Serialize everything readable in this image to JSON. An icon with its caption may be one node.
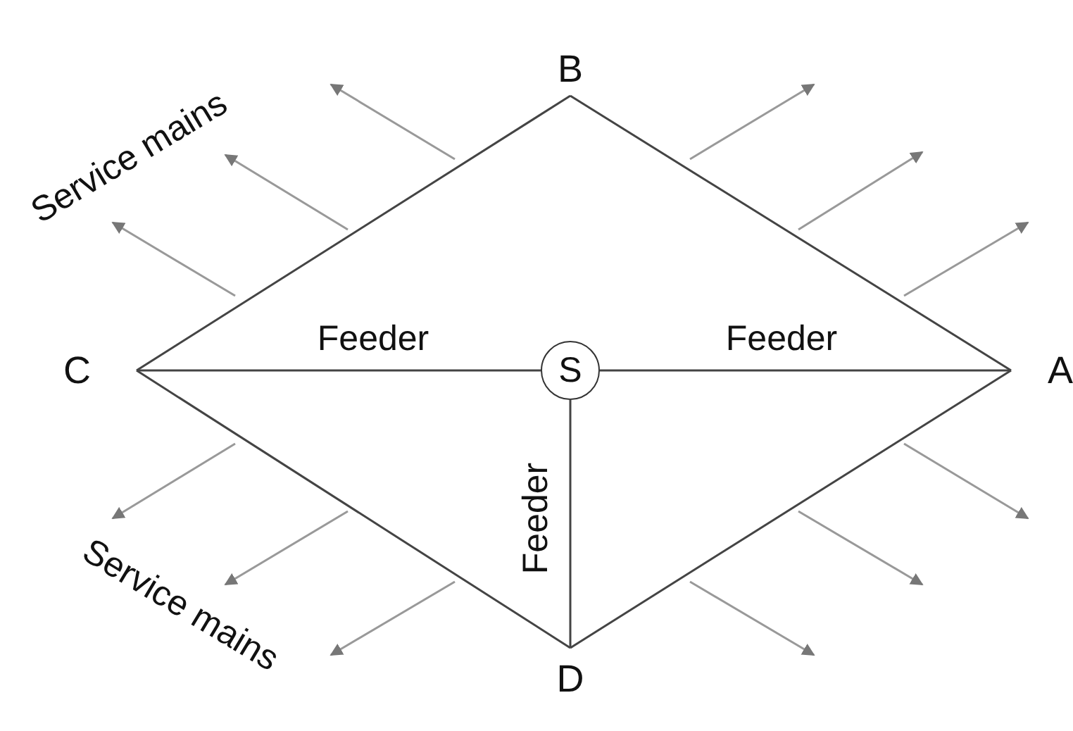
{
  "diagram": {
    "nodes": [
      {
        "text": [
          "B"
        ]
      },
      {
        "text": [
          "C"
        ]
      },
      {
        "text": [
          "S"
        ]
      },
      {
        "text": [
          "A"
        ]
      },
      {
        "text": [
          "D"
        ]
      }
    ],
    "edges": [
      {
        "from": 0,
        "to": 3,
        "arrow": "none"
      },
      {
        "from": 3,
        "to": 4,
        "arrow": "none"
      },
      {
        "from": 4,
        "to": 1,
        "arrow": "none"
      },
      {
        "from": 1,
        "to": 0,
        "arrow": "none"
      },
      {
        "from": 2,
        "to": 1,
        "arrow": "none",
        "label": "Feeder"
      },
      {
        "from": 2,
        "to": 3,
        "arrow": "none",
        "label": "Feeder"
      },
      {
        "from": 2,
        "to": 4,
        "arrow": "none",
        "label": "Feeder"
      }
    ],
    "labels": [
      "Service mains",
      "Service mains"
    ]
  }
}
